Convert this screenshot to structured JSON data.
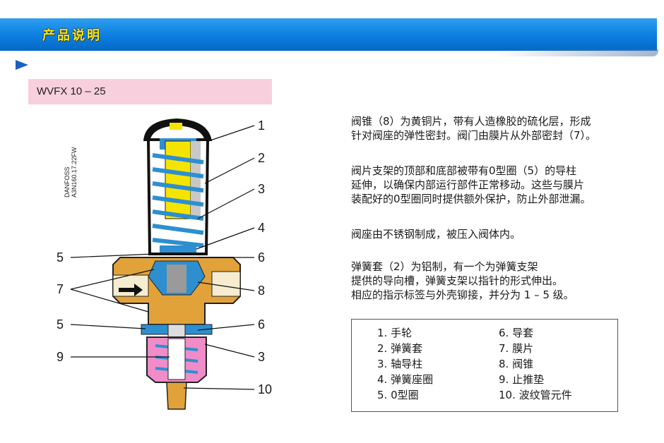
{
  "header": {
    "title": "产品说明"
  },
  "model": {
    "label": "WVFX 10 – 25"
  },
  "diagram": {
    "side_code_1": "DANFOSS",
    "side_code_2": "A3N160.17.22FW",
    "callouts_right": [
      "1",
      "2",
      "3",
      "4",
      "6",
      "8",
      "6",
      "3",
      "10"
    ],
    "callouts_left": [
      "5",
      "7",
      "5",
      "9"
    ]
  },
  "description": {
    "p1_l1": "阀锥（8）为黄铜片，带有人造橡胶的硫化层，形成",
    "p1_l2": "针对阀座的弹性密封。阀门由膜片从外部密封（7）。",
    "p2_l1": "阀片支架的顶部和底部被带有0型圈（5）的导柱",
    "p2_l2": "延伸，以确保内部运行部件正常移动。这些与膜片",
    "p2_l3": "装配好的0型圈同时提供额外保护，防止外部泄漏。",
    "p3_l1": "阀座由不锈钢制成，被压入阀体内。",
    "p4_l1": "弹簧套（2）为铝制，有一个为弹簧支架",
    "p4_l2": "提供的导向槽，弹簧支架以指针的形式伸出。",
    "p4_l3": "相应的指示标签与外壳铆接，并分为 1 – 5 级。"
  },
  "legend": {
    "left": [
      "1. 手轮",
      "2. 弹簧套",
      "3. 轴导柱",
      "4. 弹簧座圈",
      "5. 0型圈"
    ],
    "right": [
      "6. 导套",
      "7. 膜片",
      "8. 阀锥",
      "9. 止推垫",
      "10. 波纹管元件"
    ]
  },
  "colors": {
    "header_blue": "#0b7fe0",
    "header_title": "#ffe600",
    "model_bg": "#f8cfdc",
    "brass": "#e2a23a",
    "spring_blue": "#2d8fd0",
    "bellows_pink": "#f08cc8",
    "stem_yellow": "#f5e400"
  }
}
